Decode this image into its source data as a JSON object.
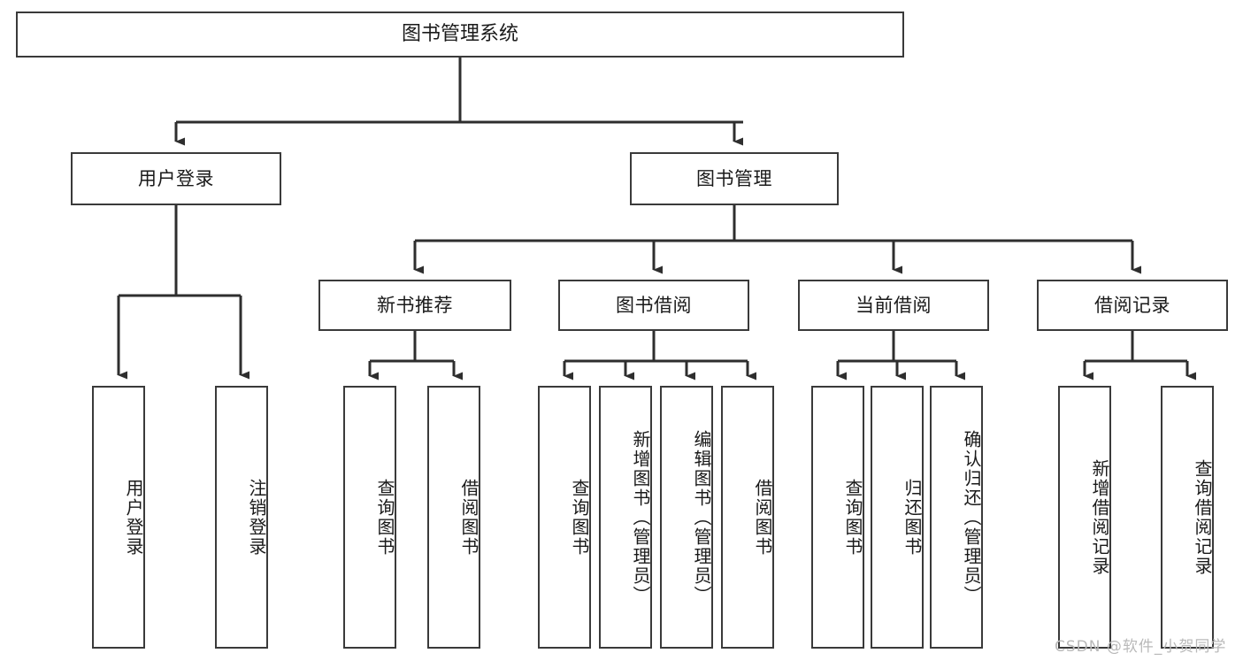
{
  "diagram": {
    "title": "图书管理系统",
    "type": "hierarchy-tree",
    "watermark": "CSDN @软件_小贺同学",
    "colors": {
      "stroke": "#3a3a3a",
      "text": "#1a1a1a",
      "background": "#ffffff",
      "watermark": "#b9b9b9"
    },
    "root": {
      "label": "图书管理系统"
    },
    "level2": [
      {
        "label": "用户登录"
      },
      {
        "label": "图书管理"
      }
    ],
    "level3": [
      {
        "label": "新书推荐"
      },
      {
        "label": "图书借阅"
      },
      {
        "label": "当前借阅"
      },
      {
        "label": "借阅记录"
      }
    ],
    "leaves": {
      "user_login": [
        {
          "label": "用户登录"
        },
        {
          "label": "注销登录"
        }
      ],
      "new_book_recommend": [
        {
          "label": "查询图书"
        },
        {
          "label": "借阅图书"
        }
      ],
      "book_borrow": [
        {
          "label": "查询图书"
        },
        {
          "label": "新增图书（管理员）"
        },
        {
          "label": "编辑图书（管理员）"
        },
        {
          "label": "借阅图书"
        }
      ],
      "current_borrow": [
        {
          "label": "查询图书"
        },
        {
          "label": "归还图书"
        },
        {
          "label": "确认归还（管理员）"
        }
      ],
      "borrow_record": [
        {
          "label": "新增借阅记录"
        },
        {
          "label": "查询借阅记录"
        }
      ]
    }
  }
}
